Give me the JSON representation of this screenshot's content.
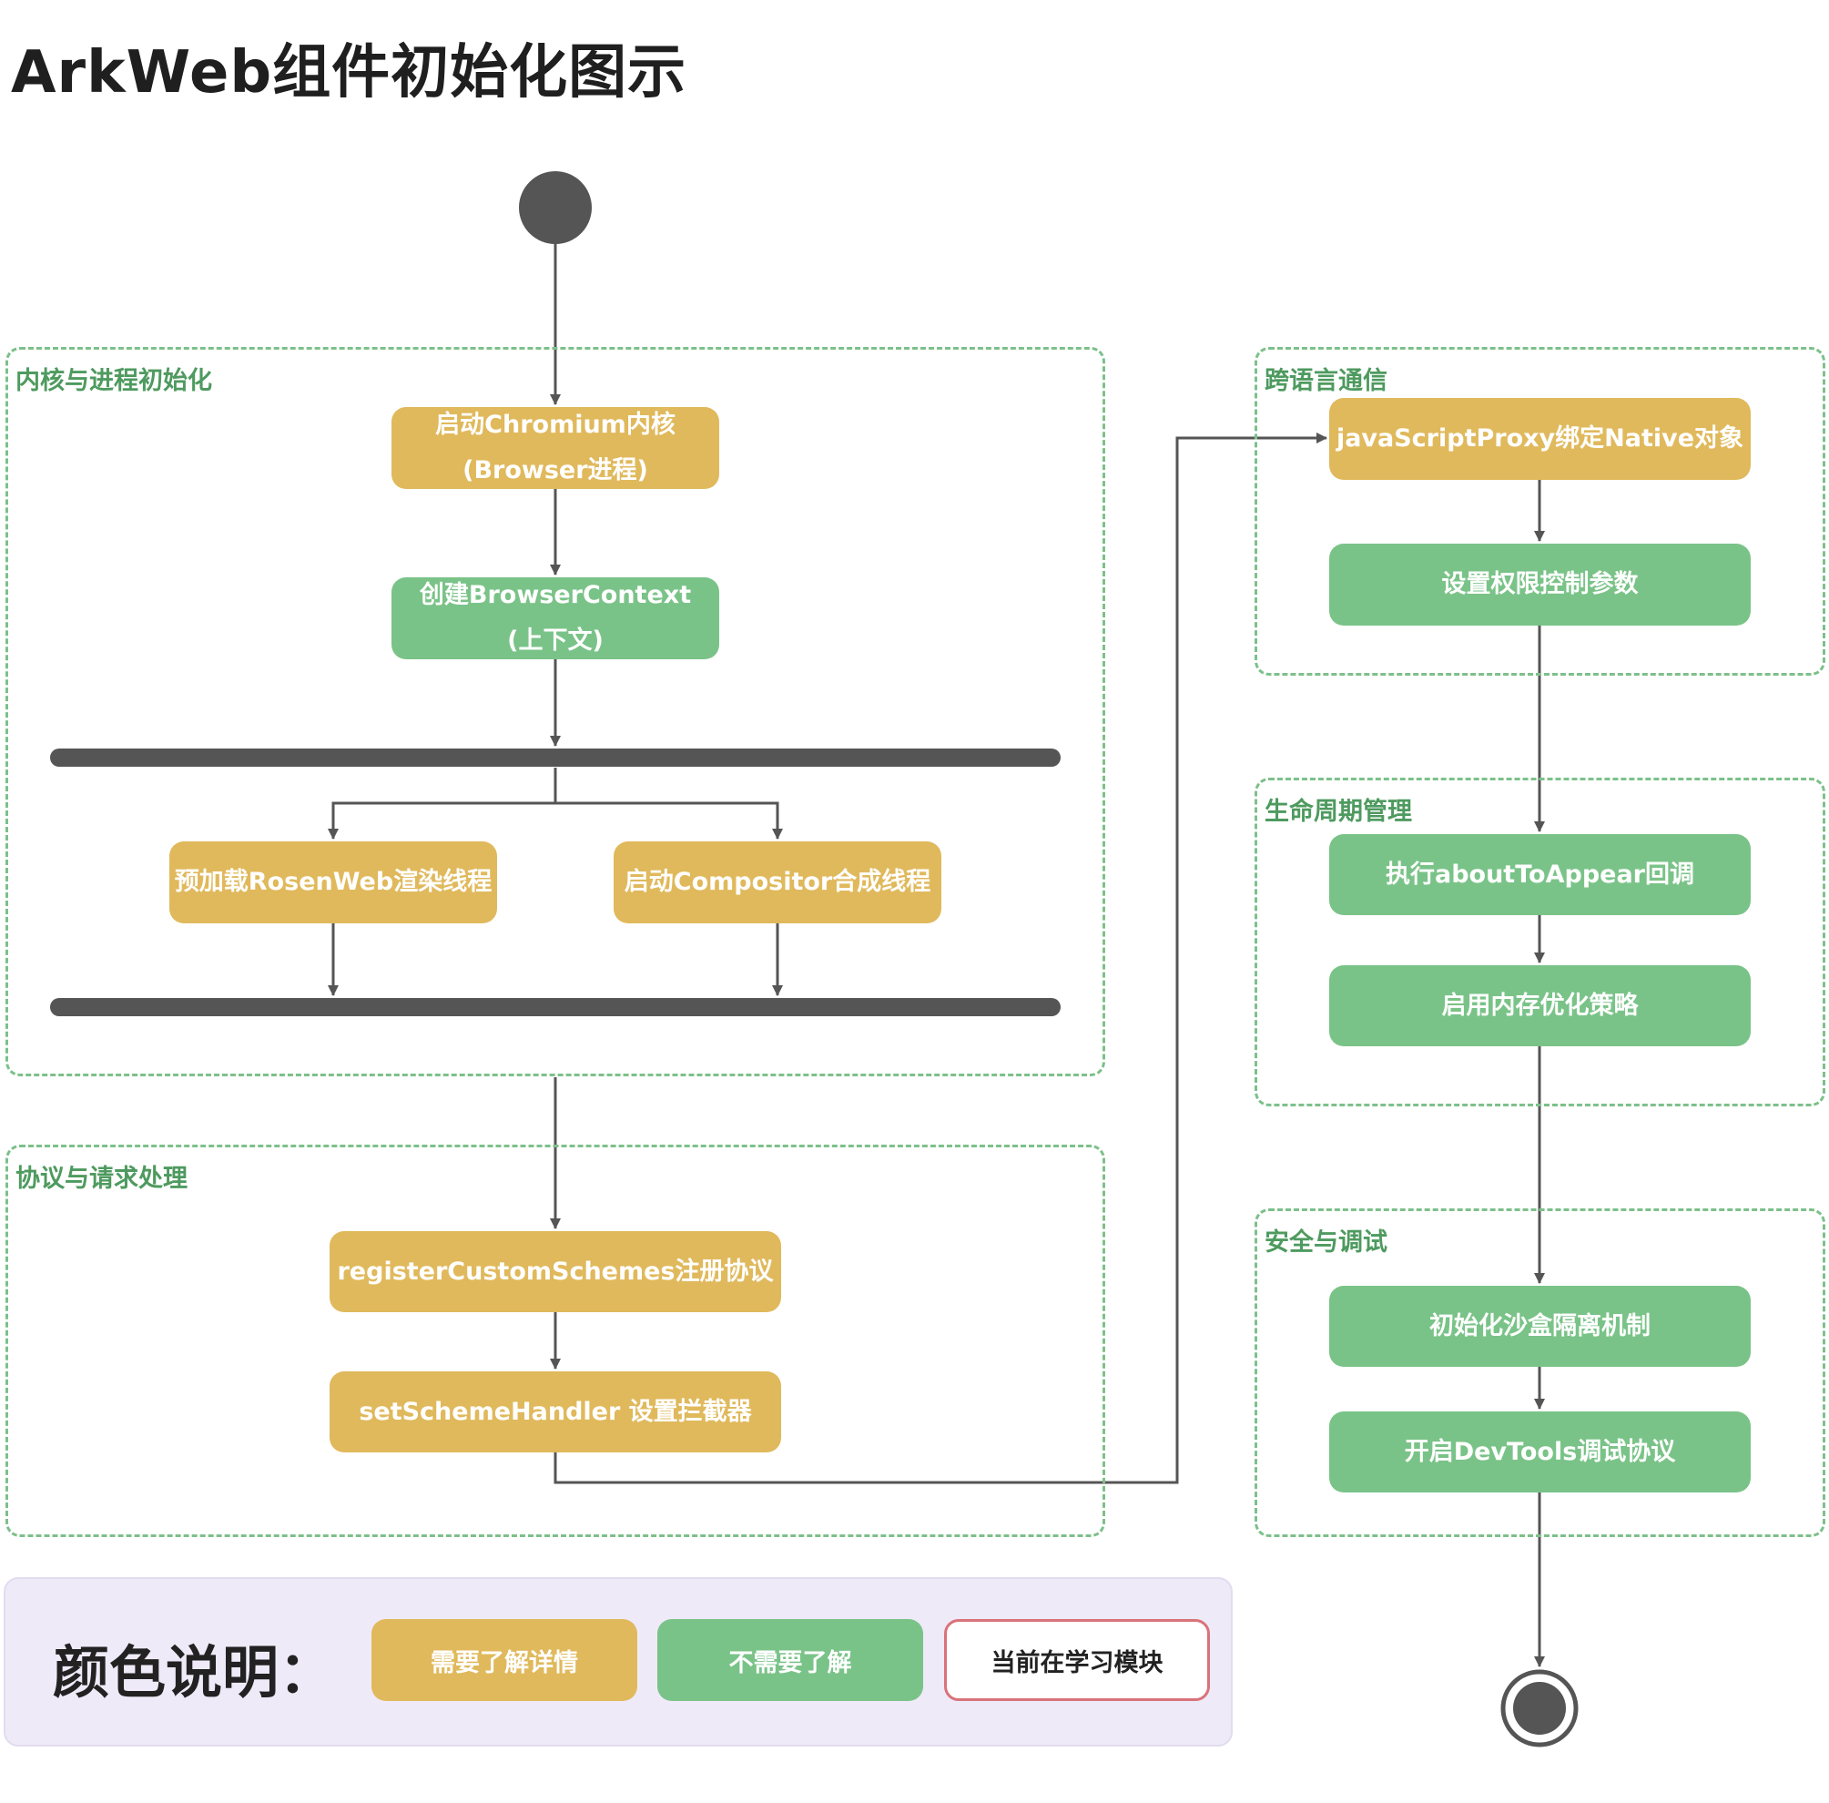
{
  "title": "ArkWeb组件初始化图示",
  "groups": {
    "kernel": "内核与进程初始化",
    "protocol": "协议与请求处理",
    "cross_lang": "跨语言通信",
    "lifecycle": "生命周期管理",
    "security": "安全与调试"
  },
  "nodes": {
    "start_chromium_l1": "启动Chromium内核",
    "start_chromium_l2": "(Browser进程)",
    "create_context_l1": "创建BrowserContext",
    "create_context_l2": "(上下文)",
    "preload_rosen": "预加载RosenWeb渲染线程",
    "start_compositor": "启动Compositor合成线程",
    "register_schemes": "registerCustomSchemes注册协议",
    "set_handler": "setSchemeHandler 设置拦截器",
    "js_proxy": "javaScriptProxy绑定Native对象",
    "permissions": "设置权限控制参数",
    "about_to_appear": "执行aboutToAppear回调",
    "memory_opt": "启用内存优化策略",
    "sandbox": "初始化沙盒隔离机制",
    "devtools": "开启DevTools调试协议"
  },
  "legend": {
    "title": "颜色说明：",
    "need_detail": "需要了解详情",
    "no_need": "不需要了解",
    "current": "当前在学习模块"
  },
  "colors": {
    "need_detail": "#e0b95c",
    "no_need": "#7ac388",
    "current_border": "#d9727a",
    "group_border": "#7cc08a",
    "edge": "#555555"
  }
}
